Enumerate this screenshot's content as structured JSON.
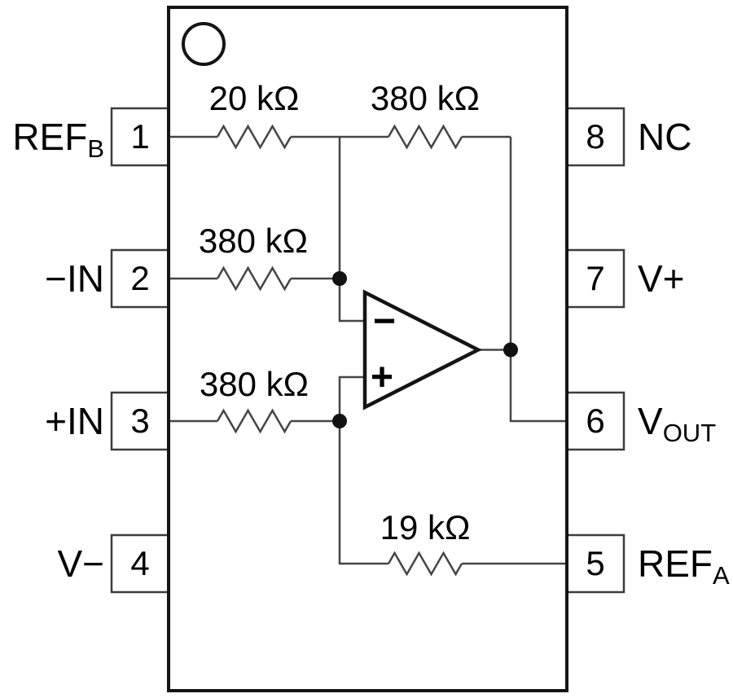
{
  "pins": {
    "left": [
      {
        "number": "1",
        "label": "REF",
        "sub": "B"
      },
      {
        "number": "2",
        "label": "−IN",
        "sub": ""
      },
      {
        "number": "3",
        "label": "+IN",
        "sub": ""
      },
      {
        "number": "4",
        "label": "V−",
        "sub": ""
      }
    ],
    "right": [
      {
        "number": "8",
        "label": "NC",
        "sub": ""
      },
      {
        "number": "7",
        "label": "V+",
        "sub": ""
      },
      {
        "number": "6",
        "label": "V",
        "sub": "OUT"
      },
      {
        "number": "5",
        "label": "REF",
        "sub": "A"
      }
    ]
  },
  "resistors": [
    {
      "value": "20 kΩ"
    },
    {
      "value": "380 kΩ"
    },
    {
      "value": "380 kΩ"
    },
    {
      "value": "380 kΩ"
    },
    {
      "value": "19 kΩ"
    }
  ],
  "opamp": {
    "inverting_sign": "−",
    "noninverting_sign": "+"
  },
  "colors": {
    "outline": "#141414",
    "wire": "#454545",
    "pin_box": "#3c3c3c"
  }
}
